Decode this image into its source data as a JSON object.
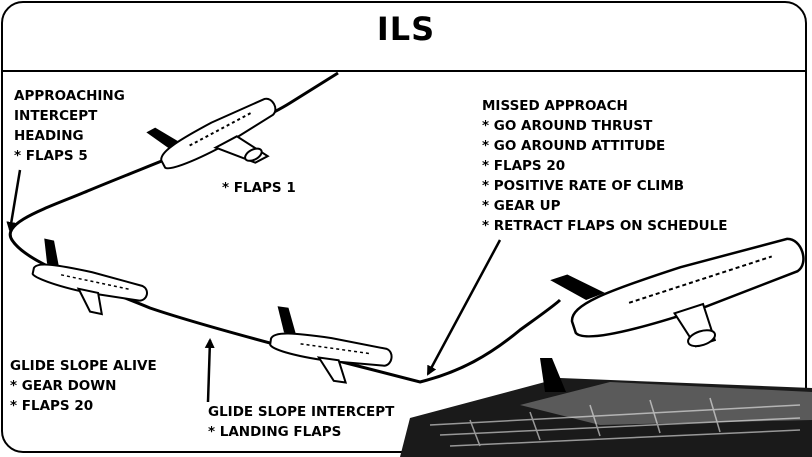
{
  "title": "ILS",
  "labels": {
    "approaching": [
      "APPROACHING",
      "INTERCEPT",
      "HEADING",
      " * FLAPS 5"
    ],
    "flaps1": [
      "* FLAPS 1"
    ],
    "missed": [
      "MISSED  APPROACH",
      " * GO AROUND THRUST",
      " * GO AROUND ATTITUDE",
      " * FLAPS 20",
      " * POSITIVE RATE OF CLIMB",
      " * GEAR UP",
      " * RETRACT FLAPS ON SCHEDULE"
    ],
    "glide_alive": [
      "GLIDE SLOPE ALIVE",
      " * GEAR DOWN",
      " * FLAPS 20"
    ],
    "glide_intercept": [
      "GLIDE SLOPE INTERCEPT",
      "  * LANDING FLAPS"
    ]
  },
  "colors": {
    "ink": "#000000",
    "aircraft": "#ffffff",
    "runway": "#1a1a1a"
  }
}
